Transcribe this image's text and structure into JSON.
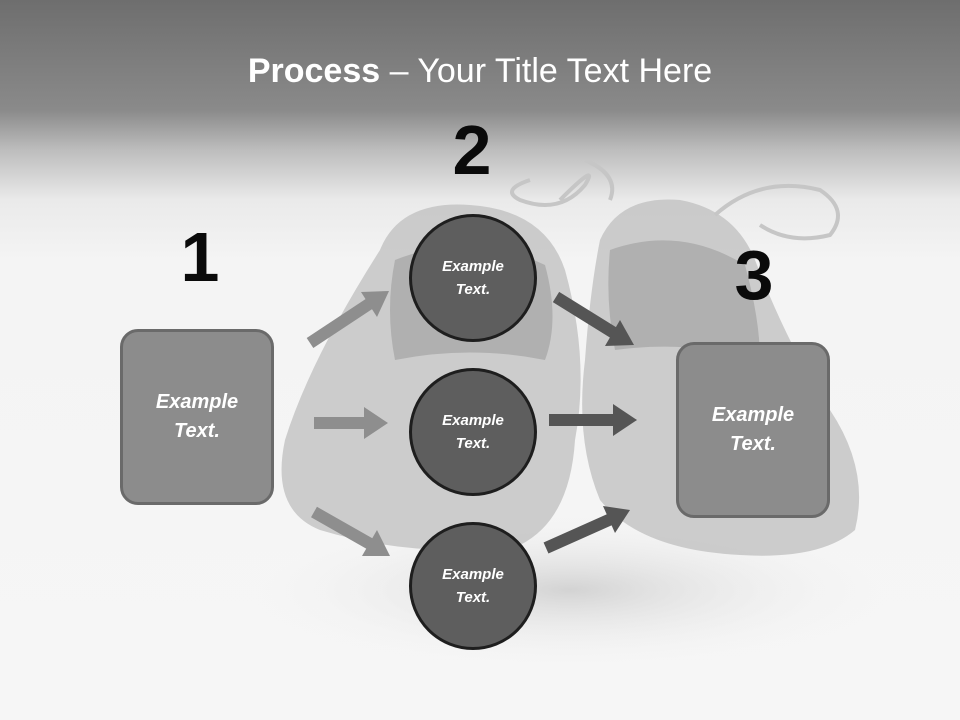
{
  "title": {
    "bold": "Process",
    "rest": " – Your Title Text Here"
  },
  "steps": {
    "one": "1",
    "two": "2",
    "three": "3"
  },
  "left_box": {
    "line1": "Example",
    "line2": "Text."
  },
  "right_box": {
    "line1": "Example",
    "line2": "Text."
  },
  "circles": [
    {
      "line1": "Example",
      "line2": "Text."
    },
    {
      "line1": "Example",
      "line2": "Text."
    },
    {
      "line1": "Example",
      "line2": "Text."
    }
  ],
  "colors": {
    "arrow_light": "#8e8e8e",
    "arrow_dark": "#555555",
    "box_fill": "#8c8c8c",
    "circle_fill": "#5e5e5e"
  }
}
